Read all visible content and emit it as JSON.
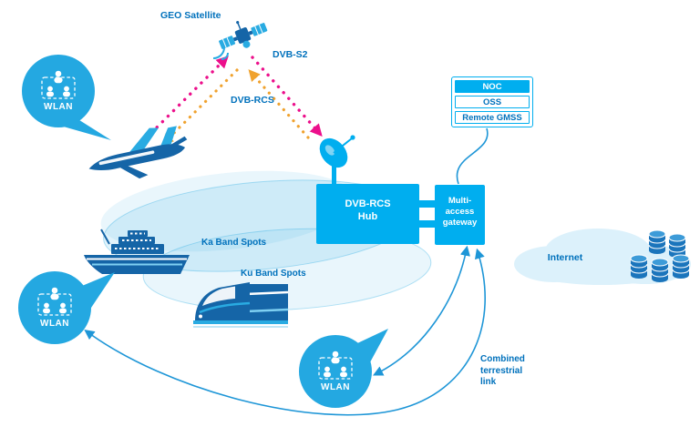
{
  "diagram": {
    "labels": {
      "geo_satellite": "GEO Satellite",
      "dvb_s2": "DVB-S2",
      "dvb_rcs": "DVB-RCS",
      "ka_band": "Ka Band Spots",
      "ku_band": "Ku Band Spots",
      "hub": "DVB-RCS\nHub",
      "gateway": "Multi-\naccess\ngateway",
      "combined_link": "Combined\nterrestrial\nlink",
      "internet": "Internet",
      "wlan": "WLAN"
    },
    "management_stack": {
      "items": [
        "NOC",
        "OSS",
        "Remote GMSS"
      ]
    },
    "icons": [
      "geo-satellite-icon",
      "satellite-dish-icon",
      "airplane-icon",
      "ship-icon",
      "train-icon",
      "wlan-people-icon",
      "internet-cloud-icon",
      "database-icon"
    ],
    "colors": {
      "cyan_box": "#00AEEF",
      "bubble_cyan": "#24A8E1",
      "dark_blue": "#1565A7",
      "link_blue": "#1E96D7",
      "pink": "#EC0F8B",
      "orange": "#F0A22E",
      "text_blue": "#0071BC",
      "beam_fill": "rgba(41,171,226,0.14)",
      "cloud": "#DCF1FB"
    }
  }
}
